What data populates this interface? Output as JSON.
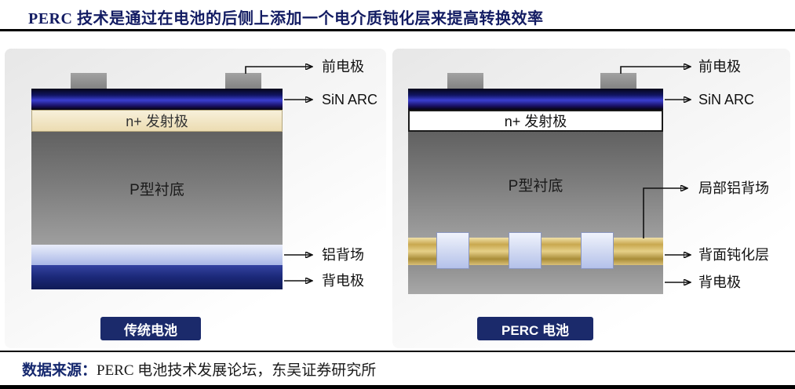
{
  "title": "PERC 技术是通过在电池的后侧上添加一个电介质钝化层来提高转换效率",
  "source": {
    "prefix": "数据来源：",
    "text": "PERC 电池技术发展论坛，东吴证券研究所"
  },
  "left_cell": {
    "badge": "传统电池",
    "emitter": "n+ 发射极",
    "substrate": "P型衬底",
    "labels": {
      "front_electrode": "前电极",
      "sin_arc": "SiN ARC",
      "al_bsf": "铝背场",
      "back_electrode": "背电极"
    }
  },
  "right_cell": {
    "badge": "PERC 电池",
    "emitter": "n+ 发射极",
    "substrate": "P型衬底",
    "labels": {
      "front_electrode": "前电极",
      "sin_arc": "SiN ARC",
      "local_al_bsf": "局部铝背场",
      "rear_passivation": "背面钝化层",
      "back_electrode": "背电极"
    }
  },
  "colors": {
    "title_navy": "#131c63",
    "badge_navy": "#1b2a6b",
    "sin_arc_blue": "#3a3ed0",
    "emitter_cream": "#f2e7c8",
    "substrate_gray": "#7b7b7b",
    "al_bsf_lavender": "#c3cdef",
    "back_electrode_navy": "#1b2878",
    "passivation_gold": "#c9a84f",
    "rear_electrode_gray": "#9a9a9a"
  }
}
